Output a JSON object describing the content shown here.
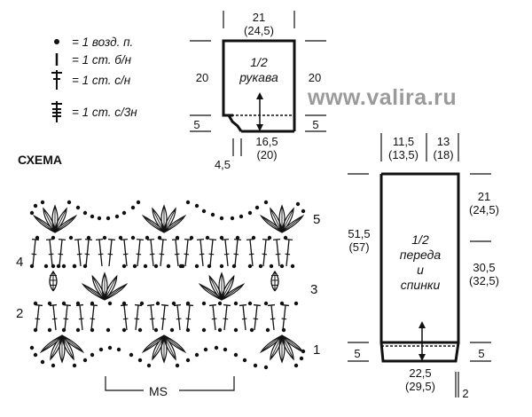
{
  "watermark": "www.valira.ru",
  "schema_title": "СХЕМА",
  "legend": [
    {
      "icon": "dot-icon",
      "text": "= 1 возд. п."
    },
    {
      "icon": "sc-stitch-icon",
      "text": "= 1 ст. б/н"
    },
    {
      "icon": "dc-stitch-icon",
      "text": "= 1 ст. с/н"
    },
    {
      "icon": "tr3-stitch-icon",
      "text": "= 1 ст. с/3н"
    }
  ],
  "sleeve": {
    "label_line1": "1/2",
    "label_line2": "рукава",
    "top_width": {
      "a": "21",
      "b": "(24,5)"
    },
    "height_left": "20",
    "height_right": "20",
    "cuff_left": "5",
    "cuff_right": "5",
    "bottom_width": {
      "a": "16,5",
      "b": "(20)"
    },
    "step": "4,5"
  },
  "body": {
    "label_line1": "1/2",
    "label_line2": "переда",
    "label_line3": "и",
    "label_line4": "спинки",
    "neck": {
      "a": "11,5",
      "b": "(13,5)"
    },
    "shoulder": {
      "a": "13",
      "b": "(18)"
    },
    "total_height": {
      "a": "51,5",
      "b": "(57)"
    },
    "armhole": {
      "a": "21",
      "b": "(24,5)"
    },
    "side": {
      "a": "30,5",
      "b": "(32,5)"
    },
    "hem_left": "5",
    "hem_right": "5",
    "bottom_width": {
      "a": "22,5",
      "b": "(29,5)"
    },
    "step": "2"
  },
  "pattern": {
    "rows": [
      "1",
      "2",
      "3",
      "4",
      "5"
    ],
    "repeat_label": "MS"
  }
}
